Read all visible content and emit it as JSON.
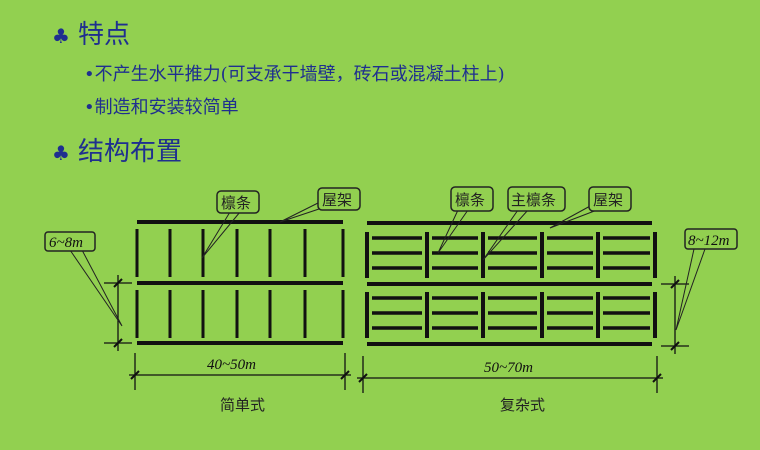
{
  "heading1": "特点",
  "bullets": [
    "不产生水平推力(可支承于墙壁，砖石或混凝土柱上)",
    "制造和安装较简单"
  ],
  "heading2": "结构布置",
  "bullet_icon": "club-icon",
  "colors": {
    "background": "#92d050",
    "text": "#1f2f8f"
  },
  "diagram": {
    "simple": {
      "caption": "简单式",
      "length": "40~50m",
      "span": "6~8m",
      "labels": [
        "檩条",
        "屋架"
      ]
    },
    "complex": {
      "caption": "复杂式",
      "length": "50~70m",
      "span": "8~12m",
      "labels": [
        "檩条",
        "主檩条",
        "屋架"
      ]
    }
  }
}
